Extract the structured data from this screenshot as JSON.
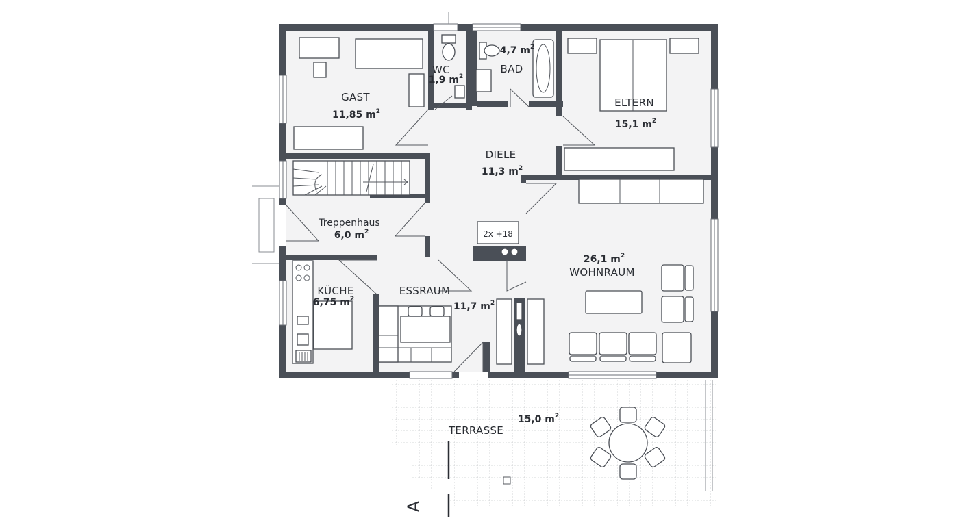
{
  "rooms": {
    "gast": {
      "name": "GAST",
      "area": "11,85 m",
      "sup": "2"
    },
    "wc": {
      "name": "WC",
      "area": "1,9 m",
      "sup": "2"
    },
    "bad": {
      "name": "BAD",
      "area": "4,7 m",
      "sup": "2"
    },
    "eltern": {
      "name": "ELTERN",
      "area": "15,1 m",
      "sup": "2"
    },
    "diele": {
      "name": "DIELE",
      "area": "11,3 m",
      "sup": "2"
    },
    "treppenhaus": {
      "name": "Treppenhaus",
      "area": "6,0 m",
      "sup": "2"
    },
    "kueche": {
      "name": "KÜCHE",
      "area": "6,75 m",
      "sup": "2"
    },
    "essraum": {
      "name": "ESSRAUM",
      "area": "11,7 m",
      "sup": "2"
    },
    "wohnraum": {
      "name": "WOHNRAUM",
      "area": "26,1 m",
      "sup": "2"
    },
    "terrasse": {
      "name": "TERRASSE",
      "area": "15,0 m",
      "sup": "2"
    }
  },
  "fireplace_label": "2x  +18",
  "section_marker": "A",
  "colors": {
    "wall": "#4a4f57",
    "floor": "#f3f3f4",
    "terrace": "#ffffff",
    "text": "#2a2d33"
  }
}
